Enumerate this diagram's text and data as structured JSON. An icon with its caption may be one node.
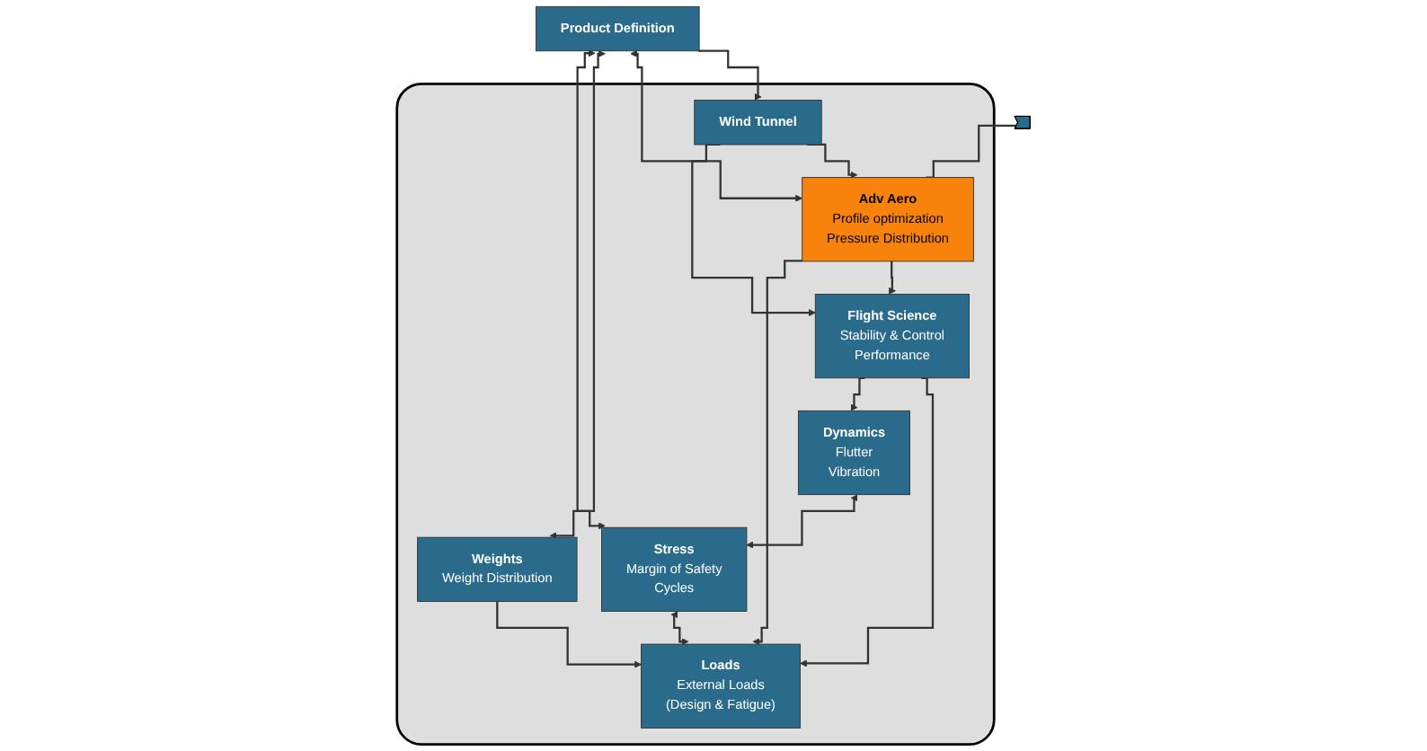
{
  "diagram": {
    "nodes": [
      {
        "text": [
          "Product Definition"
        ]
      },
      {
        "text": [],
        "shape": "box"
      },
      {
        "text": [],
        "shape": "callout"
      },
      {
        "text": [
          "Adv Aero",
          "Profile optimization",
          "Pressure Distribution"
        ],
        "in": 1
      },
      {
        "text": [
          "Weights",
          "Weight Distribution"
        ],
        "in": 1
      },
      {
        "text": [
          "Stress",
          "Margin of Safety",
          "Cycles"
        ],
        "in": 1
      },
      {
        "text": [
          "Wind Tunnel"
        ],
        "in": 1
      },
      {
        "text": [
          "Flight Science",
          "Stability & Control",
          "Performance"
        ],
        "in": 1
      },
      {
        "text": [
          "Loads",
          "External Loads",
          "(Design & Fatigue)"
        ],
        "in": 1
      },
      {
        "text": [
          "Dynamics",
          "Flutter",
          "Vibration"
        ],
        "in": 1
      }
    ],
    "edges": [
      {
        "from": 0,
        "to": 6,
        "arrow": "to"
      },
      {
        "from": 0,
        "to": 3,
        "arrow": "both"
      },
      {
        "from": 0,
        "to": 4,
        "arrow": "both"
      },
      {
        "from": 0,
        "to": 5,
        "arrow": "both"
      },
      {
        "from": 2,
        "to": 3,
        "arrow": "none"
      },
      {
        "from": 6,
        "to": 3,
        "arrow": "to"
      },
      {
        "from": 6,
        "to": 7,
        "arrow": "to"
      },
      {
        "from": 3,
        "to": 7,
        "arrow": "to"
      },
      {
        "from": 3,
        "to": 8,
        "arrow": "to"
      },
      {
        "from": 4,
        "to": 8,
        "arrow": "to"
      },
      {
        "from": 5,
        "to": 8,
        "arrow": "both"
      },
      {
        "from": 7,
        "to": 8,
        "arrow": "to"
      },
      {
        "from": 7,
        "to": 9,
        "arrow": "to"
      },
      {
        "from": 9,
        "to": 5,
        "arrow": "both"
      }
    ]
  }
}
